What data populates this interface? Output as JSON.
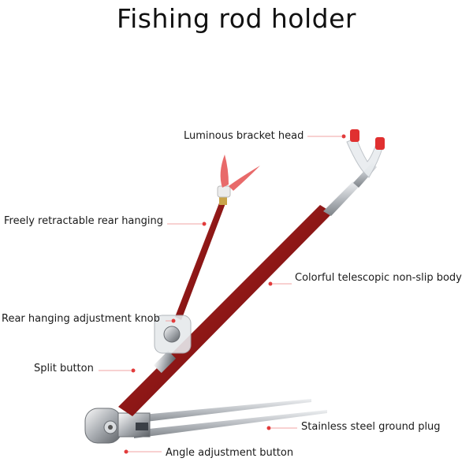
{
  "title": "Fishing rod holder",
  "labels": {
    "luminous_bracket_head": "Luminous bracket head",
    "freely_retractable_rear_hanging": "Freely retractable rear hanging",
    "colorful_telescopic_body": "Colorful telescopic non-slip body",
    "rear_hanging_adjustment_knob": "Rear hanging adjustment knob",
    "split_button": "Split button",
    "stainless_steel_ground_plug": "Stainless steel ground plug",
    "angle_adjustment_button": "Angle adjustment button"
  },
  "colors": {
    "rod_red": "#a3201f",
    "accent_red": "#e23b3b",
    "steel": "#c9ccd0",
    "leader_line": "#f08a8a"
  }
}
